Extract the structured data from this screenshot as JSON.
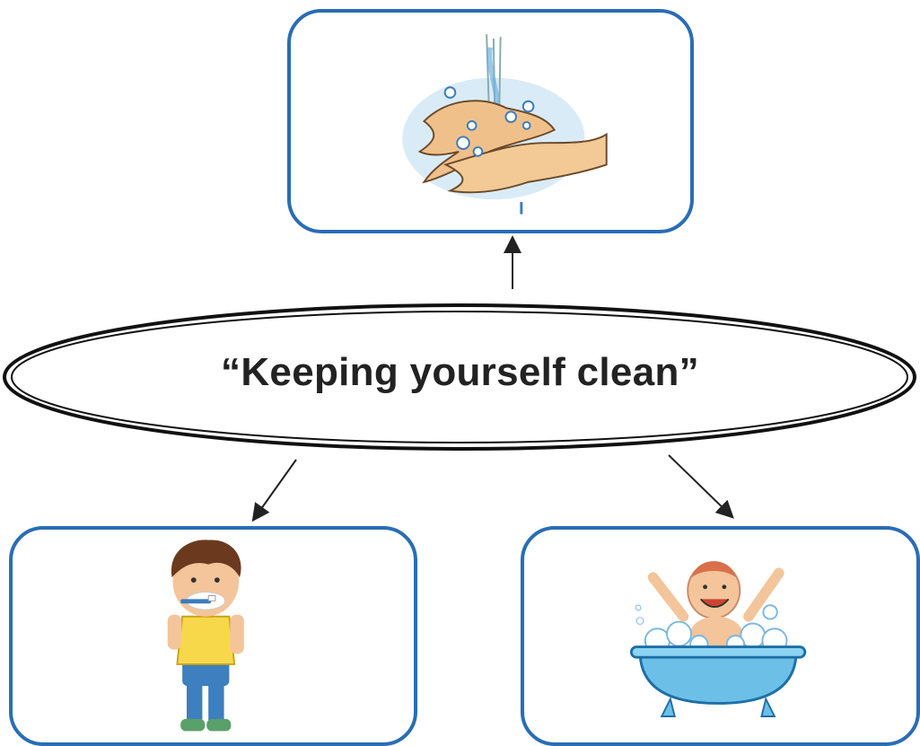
{
  "central": {
    "title": "“Keeping yourself clean”"
  },
  "nodes": [
    {
      "id": "hand-washing",
      "icon": "hand-washing-illustration"
    },
    {
      "id": "teeth-brushing",
      "icon": "boy-brushing-teeth-illustration"
    },
    {
      "id": "bathing",
      "icon": "child-bathing-illustration"
    }
  ],
  "colors": {
    "box_border": "#2a6db5",
    "arrow": "#222222",
    "ellipse_border": "#111111",
    "title": "#222222"
  }
}
